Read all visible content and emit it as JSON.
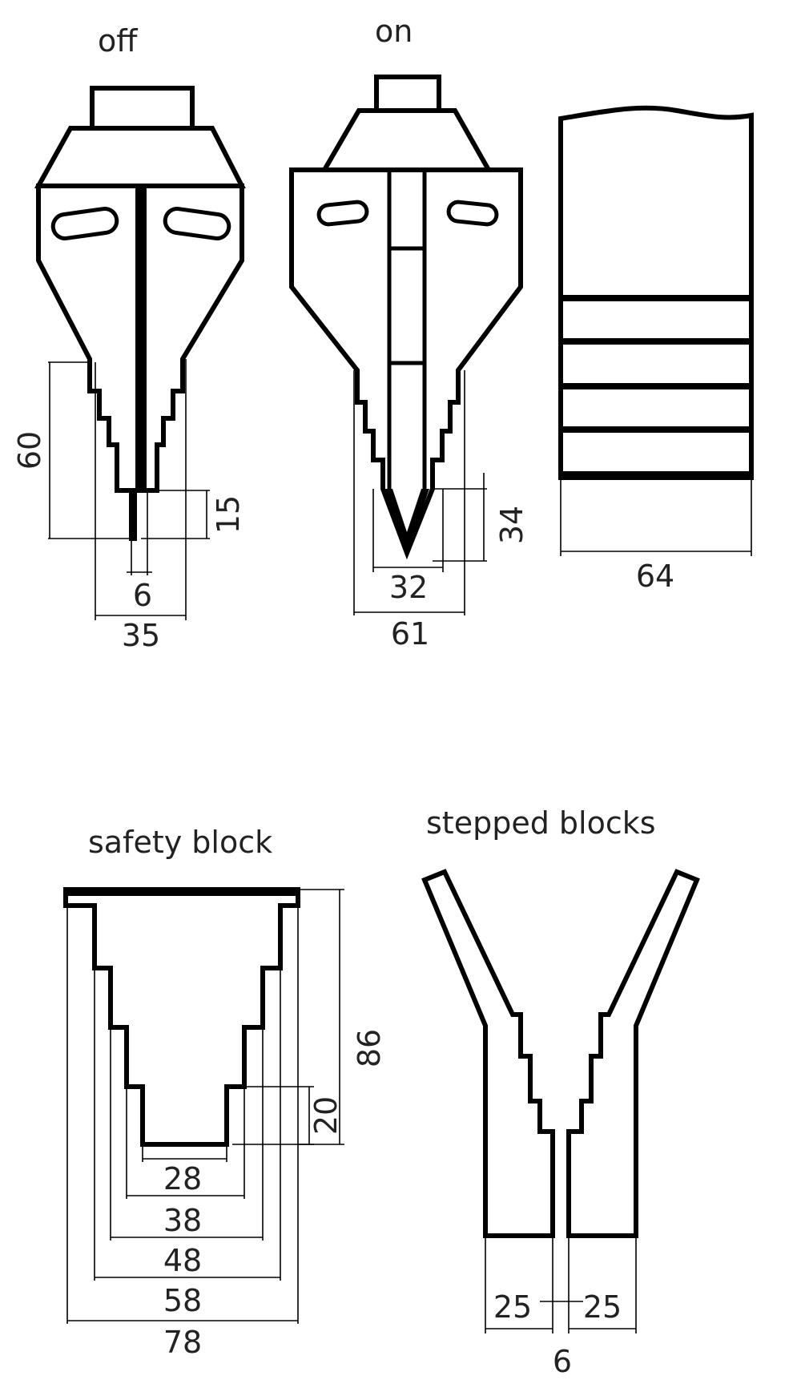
{
  "captions": {
    "off": "off",
    "on": "on",
    "safety_block": "safety block",
    "stepped_blocks": "stepped blocks"
  },
  "dimensions": {
    "off_height": "60",
    "off_tip_height": "15",
    "off_tip_width": "6",
    "off_width": "35",
    "on_tip_height": "34",
    "on_tip_width": "32",
    "on_width": "61",
    "plate_width": "64",
    "safety_height": "86",
    "safety_step": "20",
    "safety_w1": "28",
    "safety_w2": "38",
    "safety_w3": "48",
    "safety_w4": "58",
    "safety_w5": "78",
    "stepped_left": "25",
    "stepped_right": "25",
    "stepped_gap": "6"
  }
}
